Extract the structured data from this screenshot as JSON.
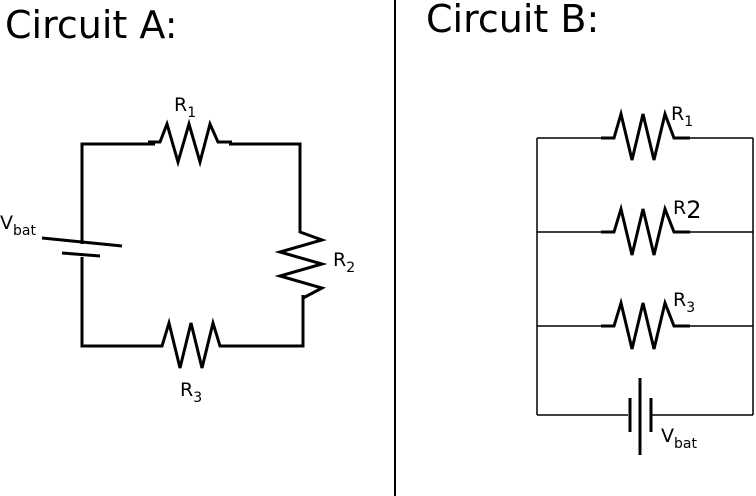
{
  "panel_a": {
    "title": "Circuit A:",
    "battery": {
      "main": "V",
      "sub": "bat"
    },
    "r1": {
      "main": "R",
      "sub": "1"
    },
    "r2": {
      "main": "R",
      "sub": "2"
    },
    "r3": {
      "main": "R",
      "sub": "3"
    }
  },
  "panel_b": {
    "title": "Circuit B:",
    "battery": {
      "main": "V",
      "sub": "bat"
    },
    "r1": {
      "main": "R",
      "sub": "1"
    },
    "r2": {
      "main": "R",
      "sub": "2"
    },
    "r3": {
      "main": "R",
      "sub": "3"
    }
  },
  "colors": {
    "ink": "#000000",
    "background": "#ffffff"
  }
}
